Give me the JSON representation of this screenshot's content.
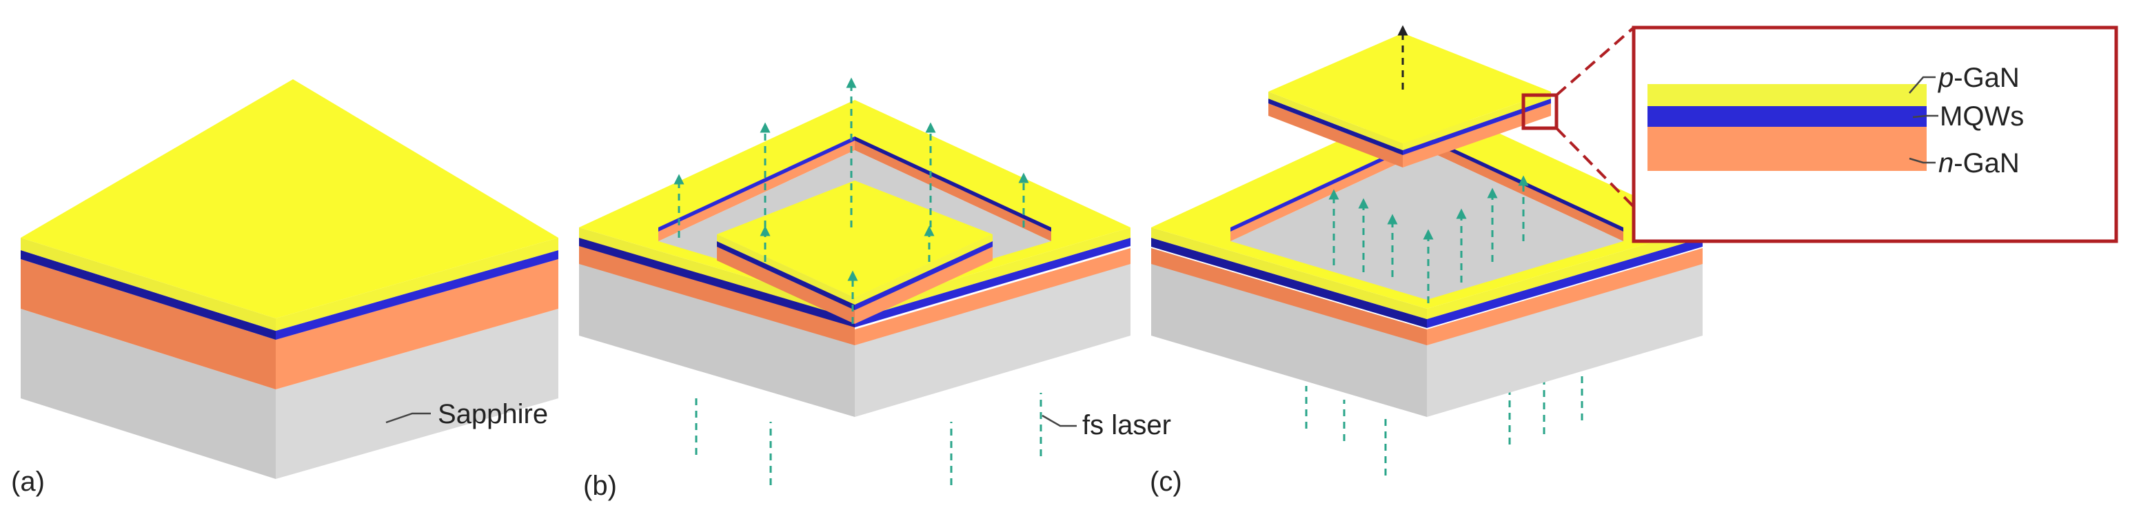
{
  "panels": {
    "a": {
      "label": "(a)",
      "substrate_label": "Sapphire"
    },
    "b": {
      "label": "(b)",
      "laser_label": "fs laser"
    },
    "c": {
      "label": "(c)"
    }
  },
  "inset": {
    "layers": [
      {
        "prefix": "p",
        "suffix": "-GaN",
        "color": "#f2f542"
      },
      {
        "prefix": "",
        "suffix": "MQWs",
        "color": "#2b2ad6"
      },
      {
        "prefix": "n",
        "suffix": "-GaN",
        "color": "#ff9966"
      }
    ],
    "frame_color": "#b01f23"
  },
  "colors": {
    "p_gan_top": "#fafa2e",
    "p_gan_side": "#eded3a",
    "mqw": "#2b2ad6",
    "mqw_dark": "#1a1a9a",
    "n_gan": "#ff9966",
    "n_gan_dark": "#ec8252",
    "sapphire_left": "#c8c8c8",
    "sapphire_right": "#d9d9d9",
    "laser_arrow": "#2aa58a"
  }
}
